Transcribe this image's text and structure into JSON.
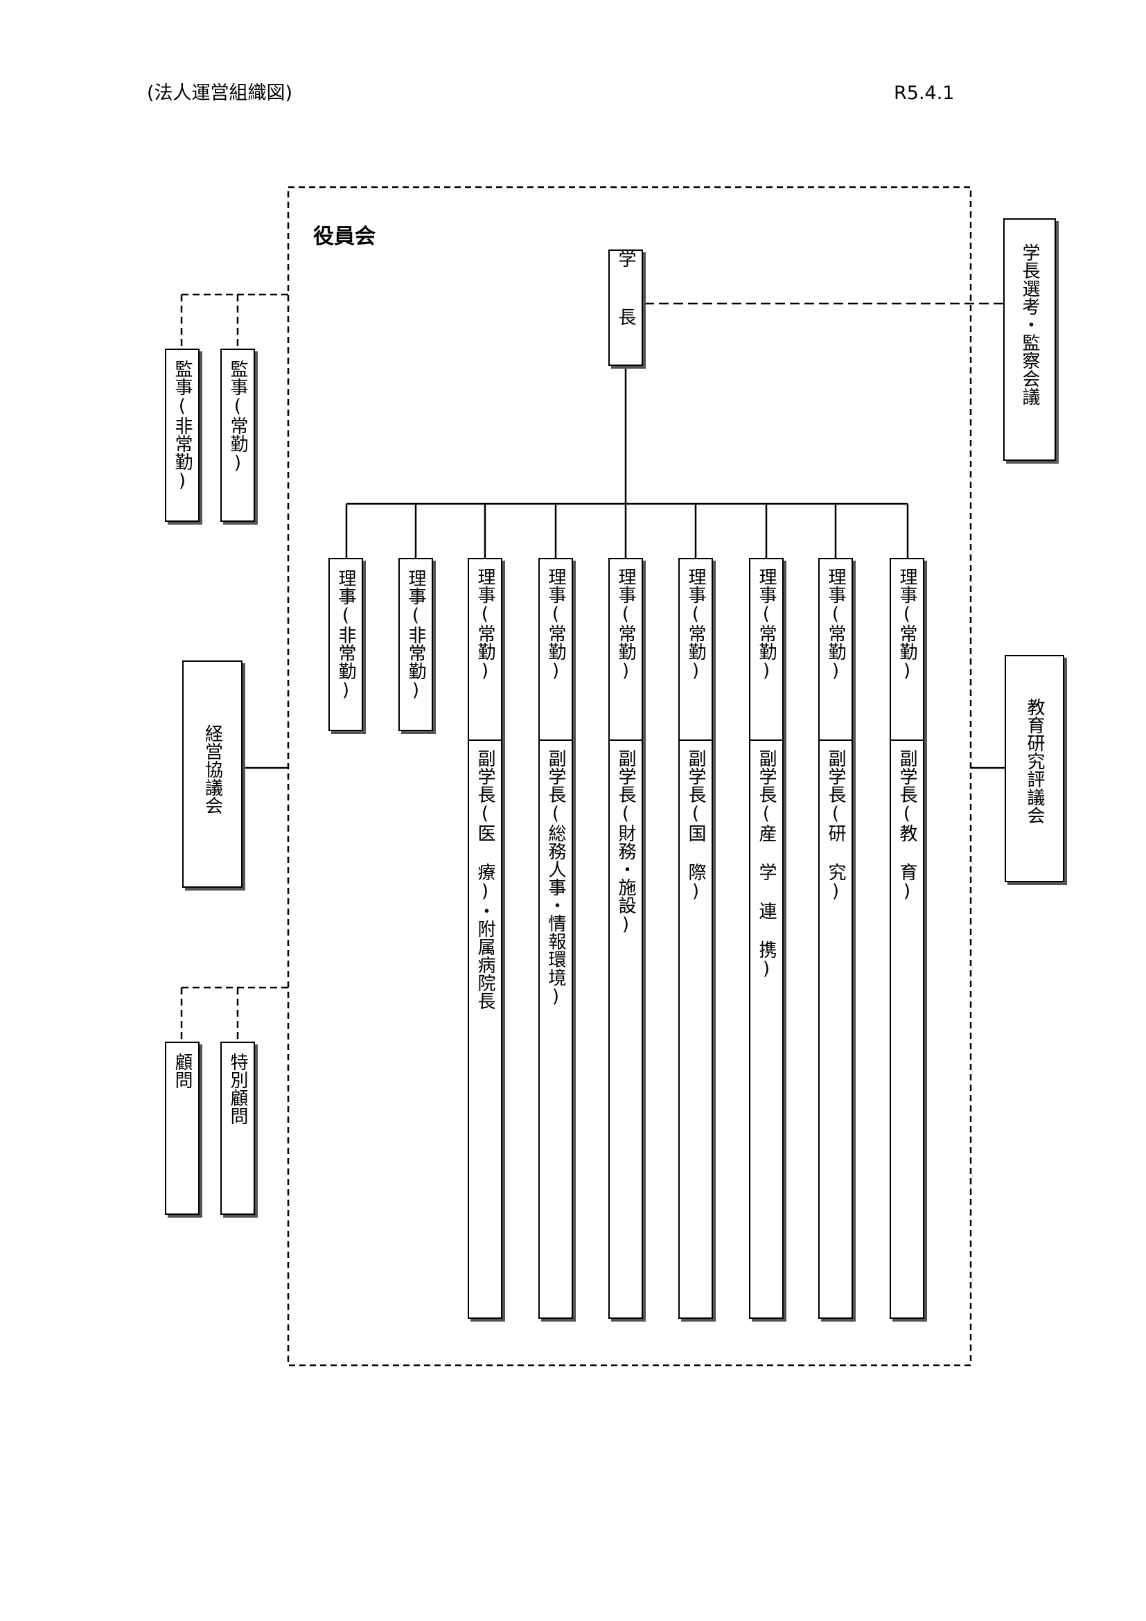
{
  "header": {
    "title": "(法人運営組織図)",
    "date": "R5.4.1"
  },
  "board": {
    "title": "役員会"
  },
  "president": "学長",
  "right_top": "学長選考・監察会議",
  "right_middle": "教育研究評議会",
  "left": {
    "auditor_part_time": "監事(非常勤)",
    "auditor_full_time": "監事(常勤)",
    "management_council": "経営協議会",
    "advisor": "顧問",
    "special_advisor": "特別顧問"
  },
  "directors": [
    {
      "title": "理事(非常勤)",
      "role": ""
    },
    {
      "title": "理事(非常勤)",
      "role": ""
    },
    {
      "title": "理事(常勤)",
      "role": "副学長(医 療)・附属病院長"
    },
    {
      "title": "理事(常勤)",
      "role": "副学長(総務人事・情報環境)"
    },
    {
      "title": "理事(常勤)",
      "role": "副学長(財務・施設)"
    },
    {
      "title": "理事(常勤)",
      "role": "副学長(国 際)"
    },
    {
      "title": "理事(常勤)",
      "role": "副学長(産 学 連 携)"
    },
    {
      "title": "理事(常勤)",
      "role": "副学長(研 究)"
    },
    {
      "title": "理事(常勤)",
      "role": "副学長(教 育)"
    }
  ]
}
